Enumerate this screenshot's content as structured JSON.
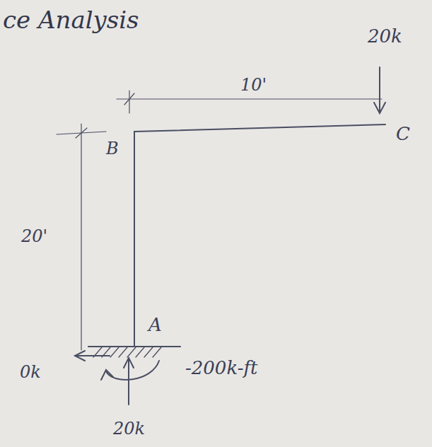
{
  "diagram": {
    "title": "ce Analysis",
    "labels": [
      "20k",
      "10'",
      "C",
      "B",
      "20'",
      "A",
      "0k",
      "-200k-ft",
      "20k"
    ]
  }
}
